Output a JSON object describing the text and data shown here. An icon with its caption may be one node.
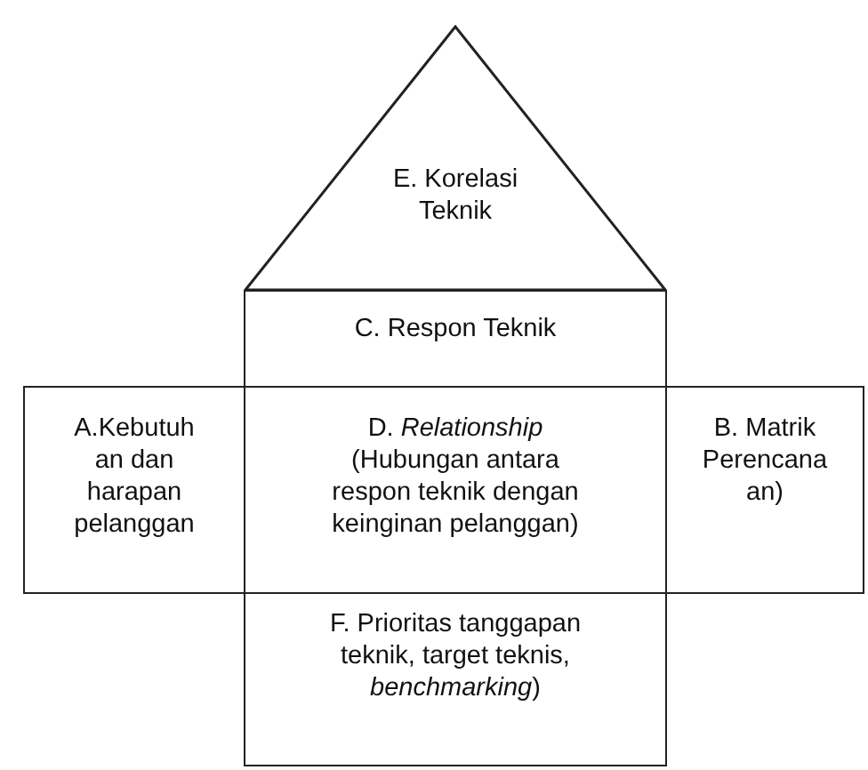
{
  "diagram": {
    "nodes": [
      {
        "text": [
          "E. Korelasi Teknik"
        ]
      },
      {
        "text": [
          "C. Respon Teknik"
        ]
      },
      {
        "text": [
          "A.Kebutuh an dan harapan pelanggan"
        ]
      },
      {
        "text": [
          "D. *Relationship*",
          "(Hubungan antara respon teknik dengan keinginan pelanggan)"
        ]
      },
      {
        "text": [
          "B. Matrik Perencana an)"
        ]
      },
      {
        "text": [
          "F. Prioritas tanggapan teknik, target teknis, *benchmarking*)"
        ]
      }
    ]
  }
}
